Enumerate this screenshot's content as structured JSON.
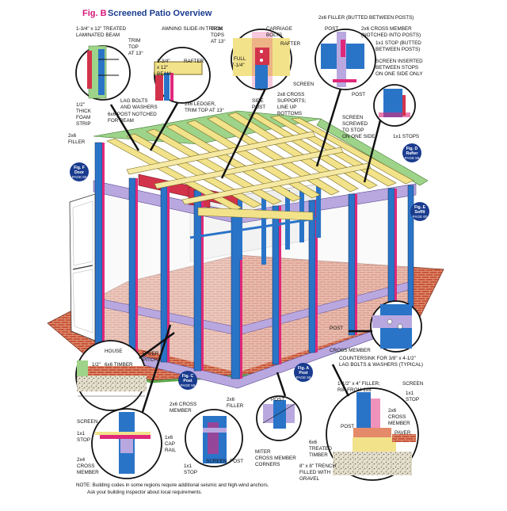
{
  "figure": {
    "label": "Fig. B",
    "title": "Screened Patio Overview"
  },
  "colors": {
    "post": "#2a74c8",
    "trim": "#e0287a",
    "rafter": "#f2e28a",
    "beam": "#d2334a",
    "purple": "#b9a8e0",
    "brick": "#c8553a",
    "green": "#5ca84a",
    "gravel": "#c9c2b0"
  },
  "callouts": {
    "beam_detail": [
      "1-3/4\" x 12\" TREATED",
      "LAMINATED BEAM"
    ],
    "trim_top": [
      "TRIM",
      "TOP",
      "AT 13°"
    ],
    "awning_track": "AWNING SLIDE-IN TRACK",
    "beam_small": [
      "1-3/4\"",
      "x 12\"",
      "BEAM"
    ],
    "rafter": "RAFTER",
    "trim_tops": [
      "TRIM",
      "TOPS",
      "AT 13°"
    ],
    "carriage_bolts": [
      "CARRIAGE",
      "BOLTS"
    ],
    "rafter2": "RAFTER",
    "full": [
      "FULL",
      "7-1/4\""
    ],
    "side_post": [
      "SIDE",
      "POST"
    ],
    "cross_supports": [
      "2x8 CROSS",
      "SUPPORTS;",
      "LINE UP",
      "BOTTOMS"
    ],
    "ledger": [
      "2x6 LEDGER,",
      "TRIM TOP AT 13°"
    ],
    "lag_bolts": [
      "LAG BOLTS",
      "AND WASHERS"
    ],
    "foam_strip": [
      "1/2\"",
      "THICK",
      "FOAM",
      "STRIP"
    ],
    "post_notched": [
      "6x6 POST NOTCHED",
      "FOR BEAM"
    ],
    "filler_top": "2x6 FILLER (BUTTED BETWEEN POSTS)",
    "post_top": "POST",
    "cross_member_top": [
      "2x6 CROSS MEMBER",
      "(NOTCHED INTO POSTS)"
    ],
    "stop_top": [
      "1x1 STOP (BUTTED",
      "BETWEEN POSTS)"
    ],
    "screen_inserted": [
      "SCREEN INSERTED",
      "BETWEEN STOPS",
      "ON ONE SIDE ONLY"
    ],
    "screen_top": "SCREEN",
    "post_r": "POST",
    "screen_screwed": [
      "SCREEN",
      "SCREWED",
      "TO STOP",
      "ON ONE SIDE"
    ],
    "stops_r": "1x1 STOPS",
    "filler_left": [
      "2x6",
      "FILLER"
    ],
    "house": "HOUSE",
    "timber": [
      "1/2\"",
      "6x6 TIMBER"
    ],
    "paver_pitch": [
      "PAVER",
      "PITCH"
    ],
    "post_mid": "POST",
    "cross_member_mid": "CROSS MEMBER",
    "countersink": [
      "COUNTERSINK FOR 3/8\" x 4-1/2\"",
      "LAG BOLTS & WASHERS (TYPICAL)"
    ],
    "screen_bl": "SCREEN",
    "stop_bl": [
      "1x1",
      "STOP"
    ],
    "cross_bl": [
      "2x4",
      "CROSS",
      "MEMBER"
    ],
    "cap_rail": [
      "1x6",
      "CAP",
      "RAIL"
    ],
    "cross_member_bc": [
      "2x6 CROSS",
      "MEMBER"
    ],
    "filler_bc": [
      "2x6",
      "FILLER"
    ],
    "stop_bc": [
      "1x1",
      "STOP"
    ],
    "screen_bc": "SCREEN",
    "post_bc": "POST",
    "post_miter": "POST",
    "miter": [
      "MITER",
      "CROSS MEMBER",
      "CORNERS"
    ],
    "filler_br": [
      "1-1/2\" x 4\" FILLER;",
      "RIP FROM 2x6"
    ],
    "screen_br": "SCREEN",
    "stop_br": [
      "1x1",
      "STOP"
    ],
    "cross_br": [
      "2x6",
      "CROSS",
      "MEMBER"
    ],
    "post_br": "POST",
    "paver_br": "PAVER",
    "treated_timber": [
      "6x6",
      "TREATED",
      "TIMBER"
    ],
    "trench": [
      "8\" x 8\" TRENCH",
      "FILLED WITH",
      "GRAVEL"
    ]
  },
  "detail_tags": [
    {
      "title": [
        "Fig. F",
        "Door",
        "detail"
      ],
      "page": "PAGE 60"
    },
    {
      "title": [
        "Fig. D",
        "Rafter",
        "detail"
      ],
      "page": "PAGE 58"
    },
    {
      "title": [
        "Fig. E",
        "Soffit",
        "detail"
      ],
      "page": "PAGE 60"
    },
    {
      "title": [
        "Fig. C",
        "Post",
        "detail"
      ],
      "page": "PAGE 59"
    },
    {
      "title": [
        "Fig. A",
        "Post",
        "layout"
      ],
      "page": "PAGE 58"
    }
  ],
  "note": [
    "NOTE: Building codes in some regions require additional seismic and high-wind anchors.",
    "Ask your building inspector about local requirements."
  ]
}
